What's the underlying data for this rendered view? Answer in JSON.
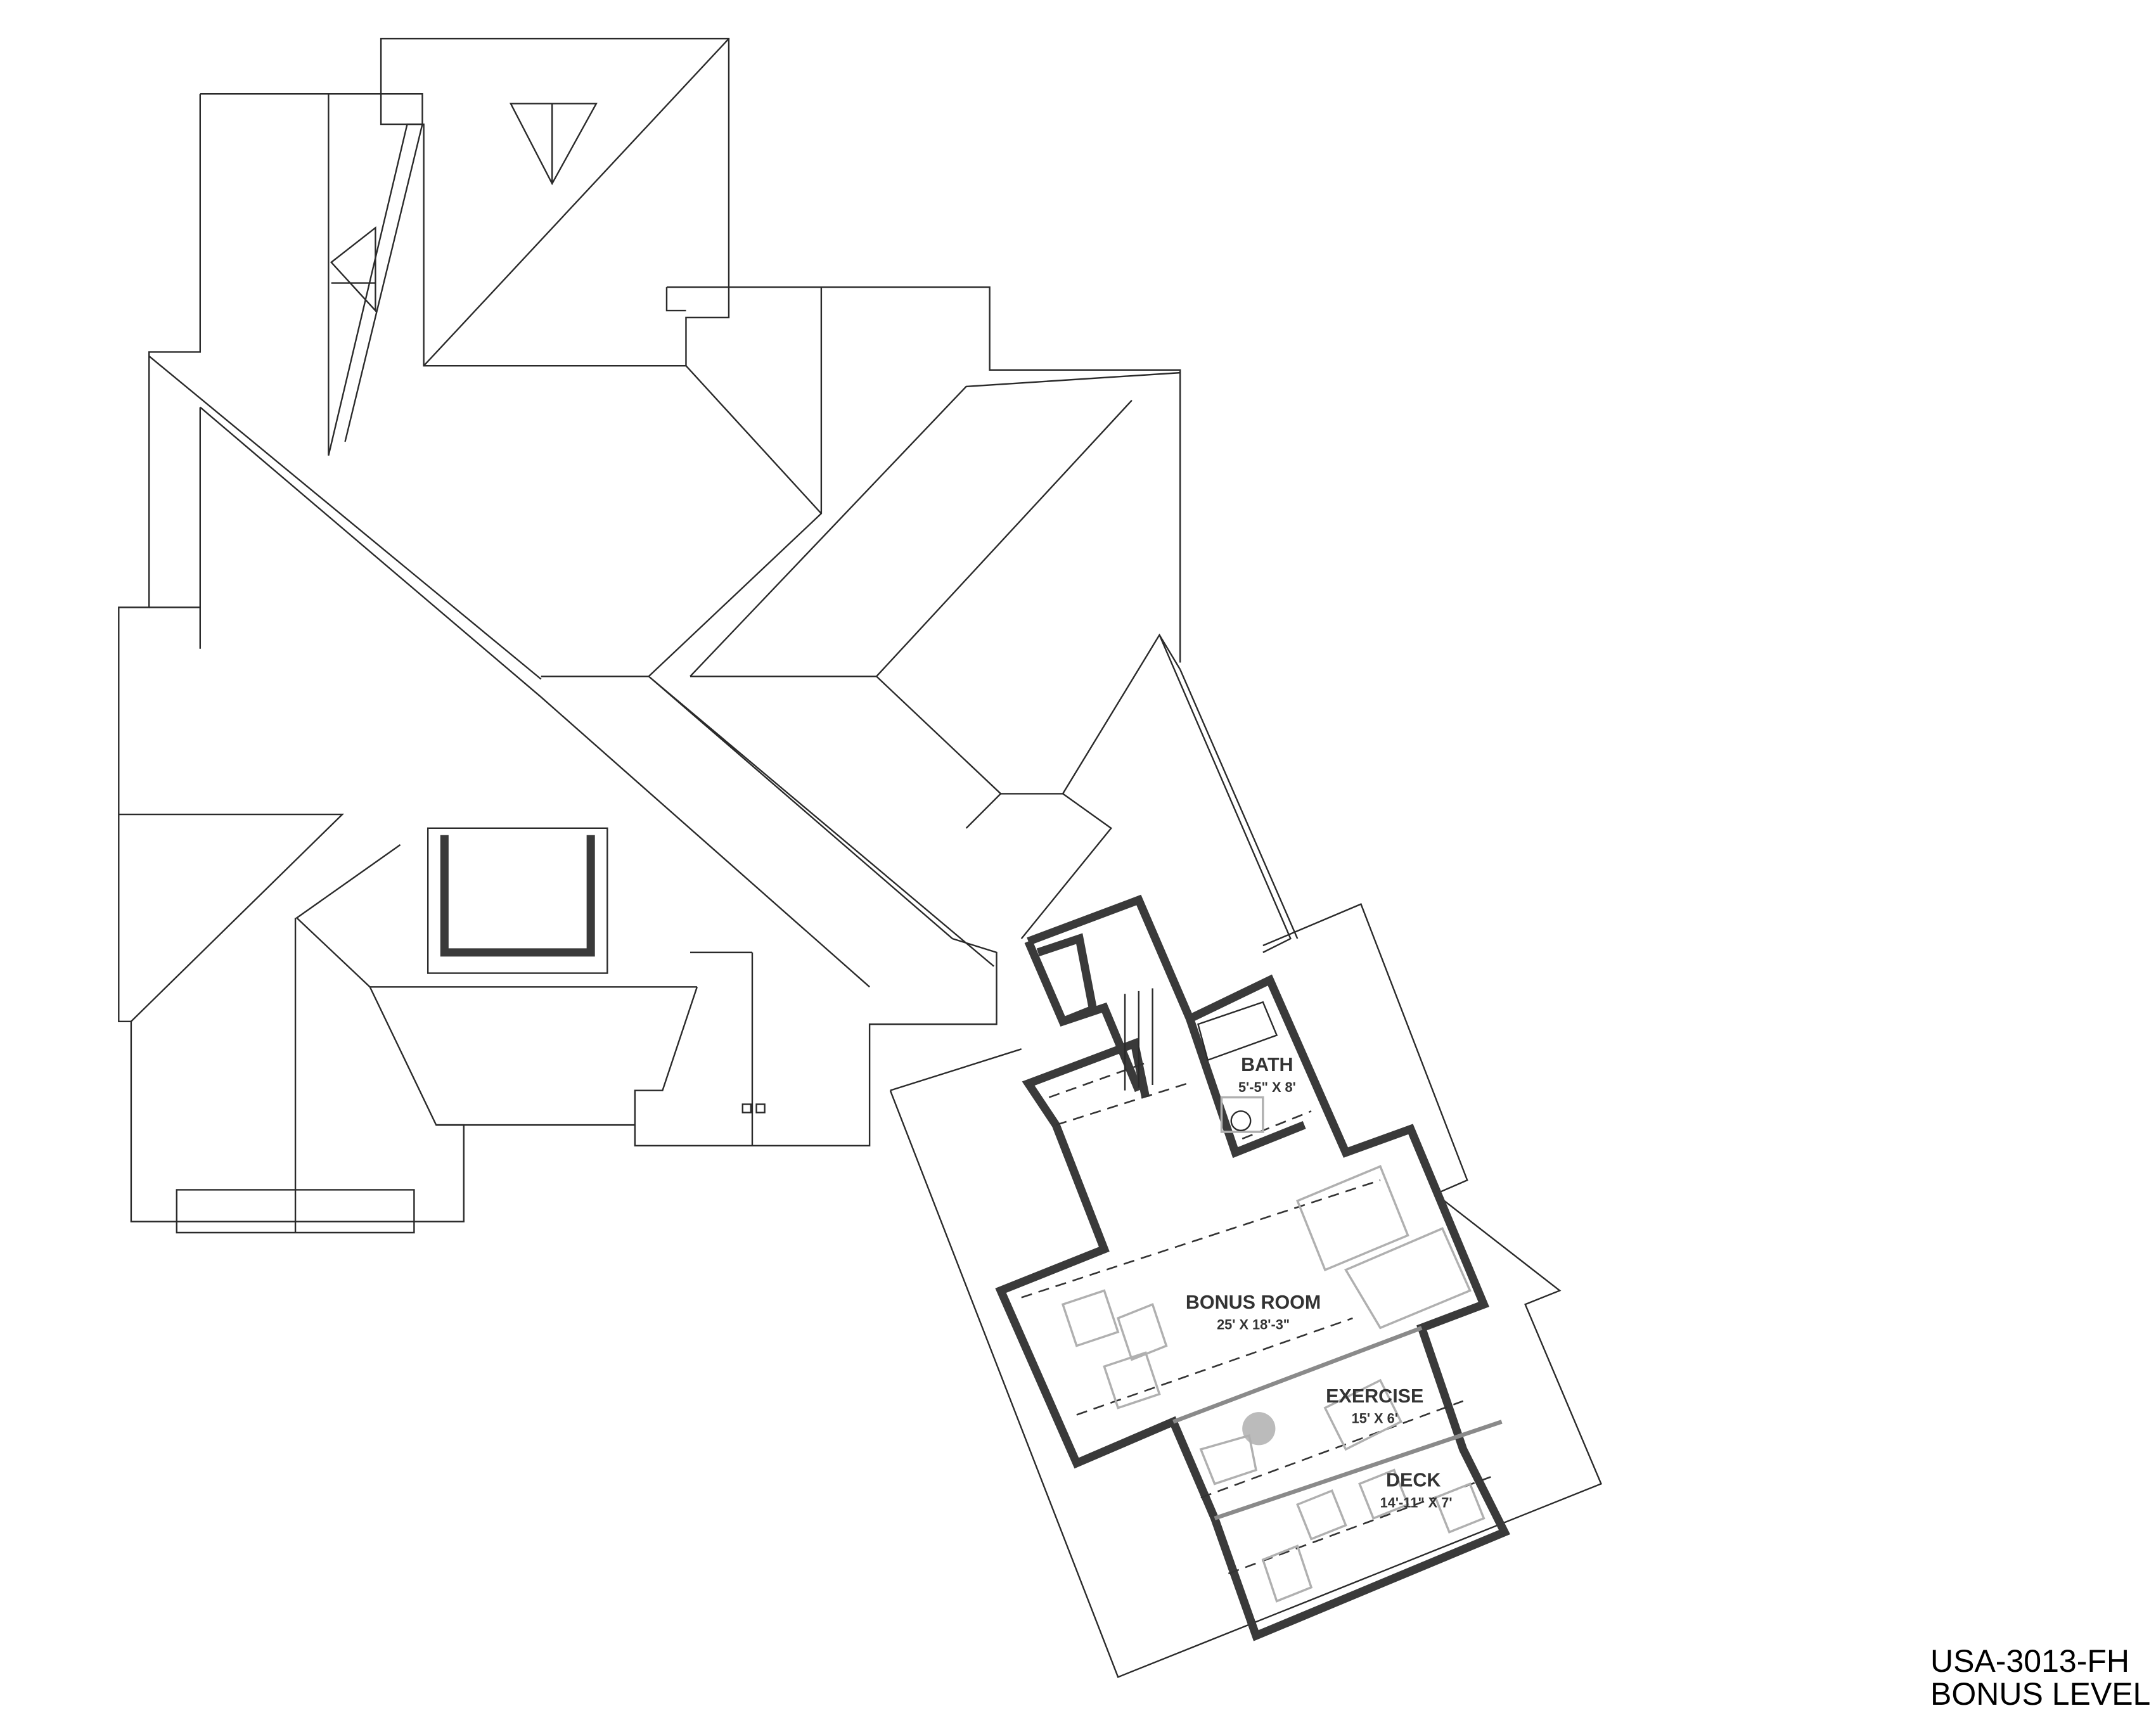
{
  "plan": {
    "rooms": [
      {
        "name": "BATH",
        "dimensions": "5'-5\" X 8'"
      },
      {
        "name": "BONUS ROOM",
        "dimensions": "25' X 18'-3\""
      },
      {
        "name": "EXERCISE",
        "dimensions": "15' X 6'"
      },
      {
        "name": "DECK",
        "dimensions": "14'-11\" X 7'"
      }
    ]
  },
  "title_block": {
    "plan_number": "USA-3013-FH",
    "level": "BONUS LEVEL"
  }
}
